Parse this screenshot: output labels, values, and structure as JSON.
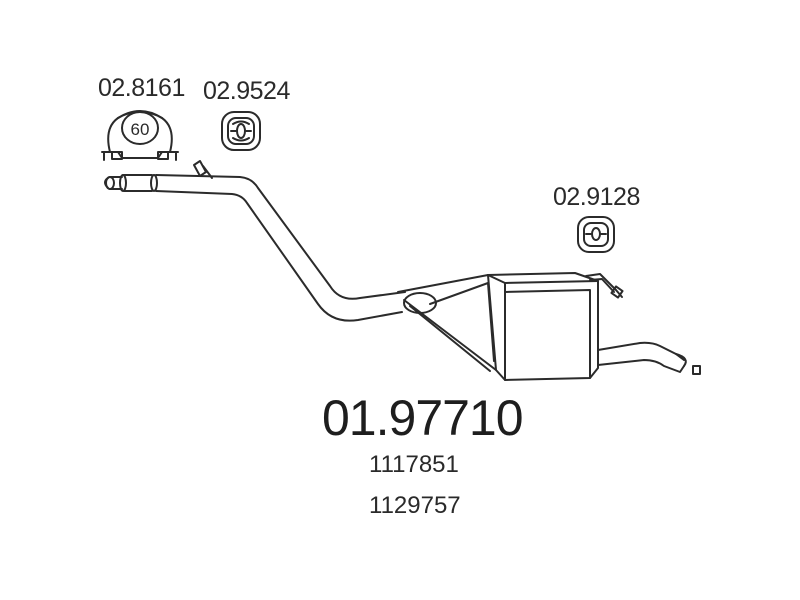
{
  "accessories": {
    "clamp": {
      "part_number": "02.8161",
      "size_label": "60",
      "icon": "pipe-clamp-icon"
    },
    "hanger_front": {
      "part_number": "02.9524",
      "icon": "rubber-hanger-icon"
    },
    "hanger_rear": {
      "part_number": "02.9128",
      "icon": "rubber-hanger-icon"
    }
  },
  "main_part": {
    "part_number": "01.97710",
    "icon": "rear-silencer-icon"
  },
  "oem_numbers": [
    "1117851",
    "1129757"
  ]
}
